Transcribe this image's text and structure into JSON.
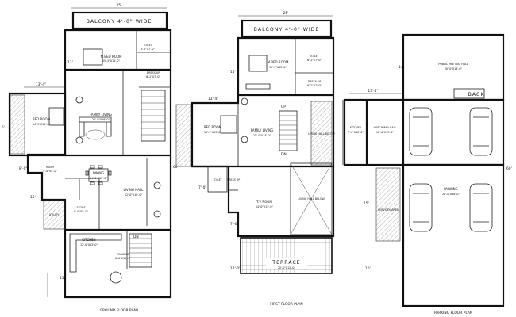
{
  "ground_floor": {
    "caption": "GROUND FLOOR PLAN",
    "balcony": "BALCONY 4'-0\" WIDE",
    "rooms": {
      "master_bedroom": {
        "name": "M.BED ROOM",
        "size": "15'-5\"X12'-0\""
      },
      "toilet": {
        "name": "TOILET",
        "size": "6'-2\"X7'-0\""
      },
      "dress": {
        "name": "DRESS UP",
        "size": "6'-2\"X7'-0\""
      },
      "bedroom": {
        "name": "BED ROOM",
        "size": "14'-3\"X13'-0\""
      },
      "family_living": {
        "name": "FAMILY LIVING",
        "size": "20'-0\"X16'-0\""
      },
      "dining": {
        "name": "DINING",
        "size": "14'-0\"X10'-0\""
      },
      "living_hall": {
        "name": "LIVING HALL",
        "size": "12'-0\"X18'-0\""
      },
      "wash": {
        "name": "WASH",
        "size": "4'-0\"X5'-0\""
      },
      "store": {
        "name": "STORE",
        "size": "8'-0\"X5'-0\""
      },
      "utility": {
        "name": "UTILITY",
        "size": ""
      },
      "kitchen": {
        "name": "KITCHEN",
        "size": "12'-0\"X13'-0\""
      },
      "passage": {
        "name": "PASSAGE",
        "size": "6'-0\"X10'-0\""
      }
    },
    "dims": {
      "top": "25'",
      "left_top": "13'-4\"",
      "left_mid": "8'-0\"",
      "side_a": "15'",
      "side_b": "13'",
      "side_c": "5'",
      "bottom": "15'",
      "entry": "DN"
    }
  },
  "first_floor": {
    "caption": "FIRST FLOOR PLAN",
    "balcony": "BALCONY 4'-0\" WIDE",
    "rooms": {
      "master_bedroom": {
        "name": "M.BED ROOM",
        "size": "15'-5\"X12'-0\""
      },
      "toilet": {
        "name": "TOILET",
        "size": "6'-2\"X7'-0\""
      },
      "dress": {
        "name": "DRESS UP",
        "size": "6'-2\"X7'-0\""
      },
      "bedroom": {
        "name": "BED ROOM",
        "size": "14'-3\"X13'-0\""
      },
      "family_living": {
        "name": "FAMILY LIVING",
        "size": "15'-0\"X14'-0\""
      },
      "living_below": {
        "name": "LIVING HALL BELOW",
        "size": ""
      },
      "toilet2": {
        "name": "TOILET",
        "size": ""
      },
      "dress2": {
        "name": "DRESS UP",
        "size": ""
      },
      "tv_room": {
        "name": "T.V ROOM",
        "size": "14'-0\"X15'-0\""
      },
      "terrace": {
        "name": "TERRACE",
        "size": "20'-0\"X12'-0\""
      }
    },
    "dims": {
      "top": "25'",
      "left_top": "13'-4\"",
      "side_a": "15'",
      "side_b": "7'-0\"",
      "side_c": "7'-0\"",
      "bottom": "12'-0\"",
      "stair": "UP",
      "stair_dn": "DN",
      "right": "60'"
    }
  },
  "parking_floor": {
    "caption": "PARKING FLOOR PLAN",
    "back_label": "BACK",
    "rooms": {
      "public": {
        "name": "PUBLIC MEETING HALL",
        "size": "20'-0\"X14'-0\""
      },
      "kitchen": {
        "name": "KITCHEN",
        "size": "7'-0\"X10'-0\""
      },
      "watchman": {
        "name": "WATCHMAN HALL",
        "size": "10'-0\"X15'-0\""
      },
      "parking": {
        "name": "PARKING",
        "size": "28'-0\"X46'-0\""
      },
      "services": {
        "name": "SERVICES AREA",
        "size": ""
      }
    },
    "dims": {
      "top_left": "13'-4\"",
      "side_a": "14'",
      "side_b": "15'",
      "right": "60'",
      "side_c": "10'"
    }
  }
}
